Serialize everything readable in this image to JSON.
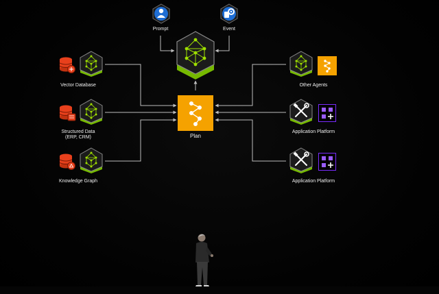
{
  "top": {
    "prompt_label": "Prompt",
    "event_label": "Event"
  },
  "left": {
    "vector": "Vector Database",
    "structured_line1": "Structured Data",
    "structured_line2": "(ERP, CRM)",
    "knowledge": "Knowledge Graph"
  },
  "center": {
    "plan_label": "Plan"
  },
  "right": {
    "other_agents": "Other Agents",
    "app_platform_1": "Application Platform",
    "app_platform_2": "Application Platform"
  },
  "colors": {
    "accent_green": "#76b900",
    "plan_orange": "#f5a200",
    "db_red": "#e8401c",
    "platform_purple": "#7b2cff",
    "wire": "#bdbdbd"
  }
}
